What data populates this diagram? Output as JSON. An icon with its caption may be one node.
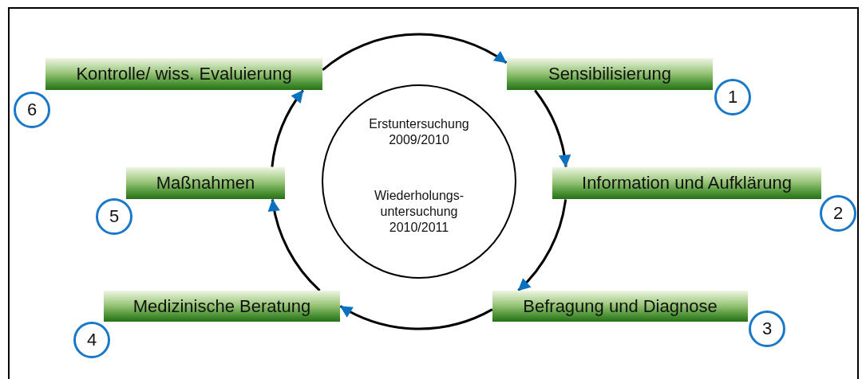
{
  "diagram": {
    "nodes": [
      {
        "text": [
          "Kontrolle/ wiss. Evaluierung"
        ]
      },
      {
        "text": [
          "Sensibilisierung"
        ]
      },
      {
        "text": [
          "6"
        ]
      },
      {
        "text": [
          "1"
        ]
      },
      {
        "text": [
          "Erstuntersuchung 2009/2010",
          "Wiederholungs-untersuchung 2010/2011"
        ]
      },
      {
        "text": [
          "Maßnahmen"
        ]
      },
      {
        "text": [
          "Information und Aufklärung"
        ]
      },
      {
        "text": [
          "5"
        ]
      },
      {
        "text": [
          "2"
        ]
      },
      {
        "text": [
          "Medizinische Beratung"
        ]
      },
      {
        "text": [
          "Befragung und Diagnose"
        ]
      },
      {
        "text": [
          "4"
        ]
      },
      {
        "text": [
          "3"
        ]
      }
    ],
    "edges": [
      {
        "from": 0,
        "to": 1,
        "arrow": "to"
      },
      {
        "from": 1,
        "to": 6,
        "arrow": "to"
      },
      {
        "from": 6,
        "to": 10,
        "arrow": "to"
      },
      {
        "from": 10,
        "to": 9,
        "arrow": "to"
      },
      {
        "from": 9,
        "to": 5,
        "arrow": "to"
      },
      {
        "from": 5,
        "to": 0,
        "arrow": "to"
      }
    ]
  }
}
